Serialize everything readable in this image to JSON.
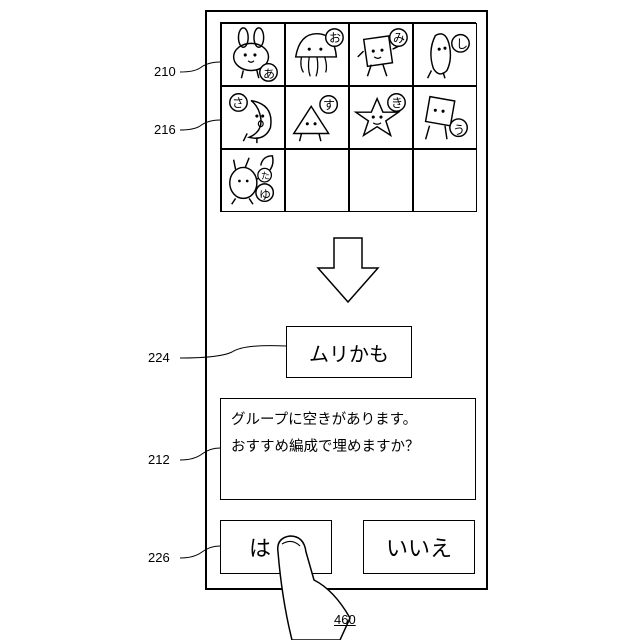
{
  "grid_characters": [
    {
      "icon": "rabbit-face-icon",
      "label": "あ"
    },
    {
      "icon": "jellyfish-icon",
      "label": "お"
    },
    {
      "icon": "square-creature-icon",
      "label": "み"
    },
    {
      "icon": "bean-creature-icon",
      "label": "し"
    },
    {
      "icon": "moon-creature-icon",
      "label": "さ"
    },
    {
      "icon": "triangle-creature-icon",
      "label": "す"
    },
    {
      "icon": "star-creature-icon",
      "label": "き"
    },
    {
      "icon": "box-creature-icon",
      "label": "う"
    },
    {
      "icon": "squirrel-icon",
      "label": "ゆ",
      "label2": "た"
    },
    {
      "icon": "",
      "label": ""
    },
    {
      "icon": "",
      "label": ""
    },
    {
      "icon": "",
      "label": ""
    }
  ],
  "muri_button_label": "ムリかも",
  "message": {
    "line1": "グループに空きがあります。",
    "line2": "おすすめ編成で埋めますか？"
  },
  "yes_button_label": "は",
  "no_button_label": "いいえ",
  "ref_labels": {
    "grid": "210",
    "row": "216",
    "button": "224",
    "message": "212",
    "yes": "226",
    "figure": "460"
  }
}
